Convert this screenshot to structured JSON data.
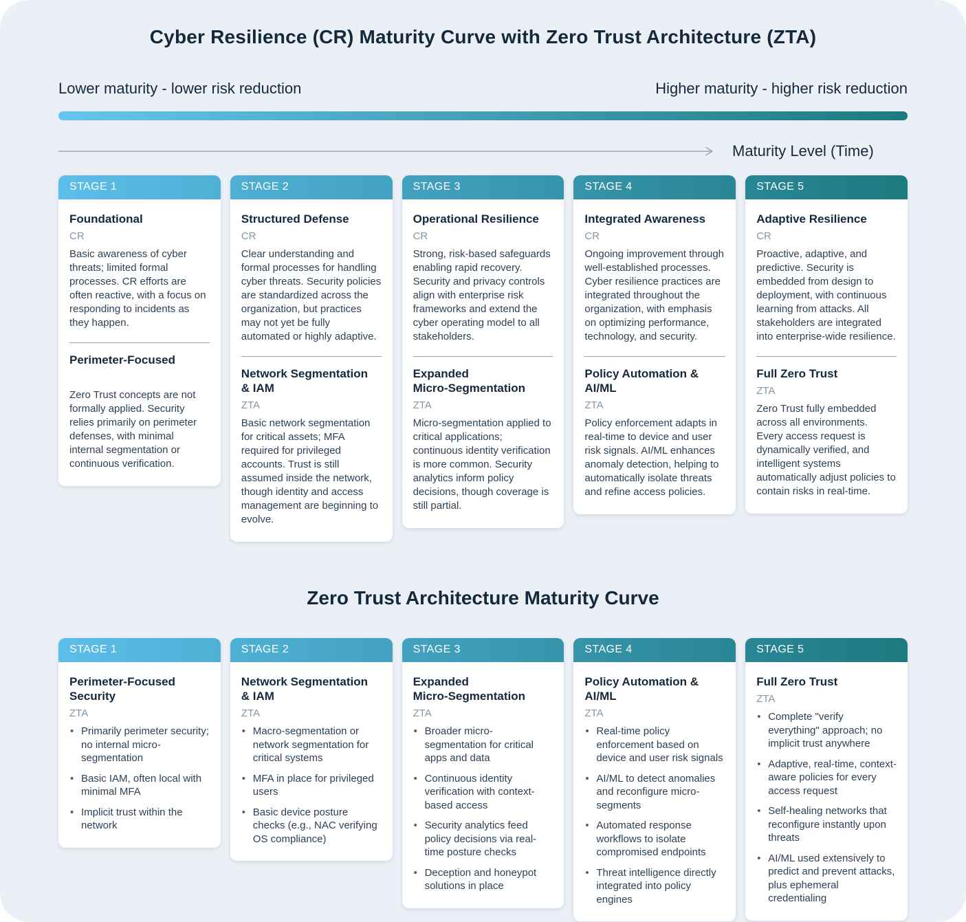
{
  "header": {
    "title": "Cyber Resilience (CR) Maturity Curve with Zero Trust Architecture (ZTA)",
    "left_label": "Lower maturity - lower risk reduction",
    "right_label": "Higher maturity - higher risk reduction",
    "axis_label": "Maturity Level (Time)"
  },
  "zta_section": {
    "title": "Zero Trust Architecture Maturity Curve"
  },
  "colors": {
    "background": "#ebf0f6",
    "card_background": "#ffffff",
    "heading_text": "#15283c",
    "body_text": "#2e4154",
    "tag_text": "#8396a8",
    "gradient_start": "#66c5ee",
    "gradient_end": "#1d7a80",
    "arrow": "#98a6b4"
  },
  "cr_stages": [
    {
      "stage_label": "STAGE 1",
      "cr": {
        "title": "Foundational",
        "tag": "CR",
        "text": "Basic awareness of cyber threats; limited formal processes. CR efforts are often reactive, with a focus on responding to incidents as they happen."
      },
      "zta": {
        "title": "Perimeter-Focused",
        "tag": "",
        "text": "Zero Trust concepts are not formally applied. Security relies primarily on perimeter defenses, with minimal internal segmentation or continuous verification."
      }
    },
    {
      "stage_label": "STAGE 2",
      "cr": {
        "title": "Structured Defense",
        "tag": "CR",
        "text": "Clear understanding and formal processes for handling cyber threats. Security policies are standardized across the organization, but practices may not yet be fully automated or highly adaptive."
      },
      "zta": {
        "title": "Network Segmentation\n& IAM",
        "tag": "ZTA",
        "text": "Basic network segmentation for critical assets; MFA required for privileged accounts. Trust is still assumed inside the network, though identity and access management are beginning to evolve."
      }
    },
    {
      "stage_label": "STAGE 3",
      "cr": {
        "title": "Operational Resilience",
        "tag": "CR",
        "text": "Strong, risk-based safeguards enabling rapid recovery. Security and privacy controls align with enterprise risk frameworks and extend the cyber operating model to all stakeholders."
      },
      "zta": {
        "title": "Expanded\nMicro-Segmentation",
        "tag": "ZTA",
        "text": "Micro-segmentation applied to critical applications; continuous identity verification is more common. Security analytics inform policy decisions, though coverage is still partial."
      }
    },
    {
      "stage_label": "STAGE 4",
      "cr": {
        "title": "Integrated Awareness",
        "tag": "CR",
        "text": "Ongoing improvement through well-established processes. Cyber resilience practices are integrated throughout the organization, with emphasis on optimizing performance, technology, and security."
      },
      "zta": {
        "title": "Policy Automation &\nAI/ML",
        "tag": "ZTA",
        "text": "Policy enforcement adapts in real-time to device and user risk signals. AI/ML enhances anomaly detection, helping to automatically isolate threats and refine access policies."
      }
    },
    {
      "stage_label": "STAGE 5",
      "cr": {
        "title": "Adaptive Resilience",
        "tag": "CR",
        "text": "Proactive, adaptive, and predictive. Security is embedded from design to deployment, with continuous learning from attacks. All stakeholders are integrated into enterprise-wide resilience."
      },
      "zta": {
        "title": "Full Zero Trust",
        "tag": "ZTA",
        "text": "Zero Trust fully embedded across all environments. Every access request is dynamically verified, and intelligent systems automatically adjust policies to contain risks in real-time."
      }
    }
  ],
  "zta_stages": [
    {
      "stage_label": "STAGE 1",
      "title": "Perimeter-Focused\nSecurity",
      "tag": "ZTA",
      "bullets": [
        "Primarily perimeter security; no internal micro-segmentation",
        "Basic IAM, often local with minimal MFA",
        "Implicit trust within the network"
      ]
    },
    {
      "stage_label": "STAGE 2",
      "title": "Network Segmentation\n& IAM",
      "tag": "ZTA",
      "bullets": [
        "Macro-segmentation or network segmentation for critical systems",
        "MFA in place for privileged users",
        "Basic device posture checks (e.g., NAC verifying OS compliance)"
      ]
    },
    {
      "stage_label": "STAGE 3",
      "title": "Expanded\nMicro-Segmentation",
      "tag": "ZTA",
      "bullets": [
        "Broader micro-segmentation for critical apps and data",
        "Continuous identity verification with context-based access",
        "Security analytics feed policy decisions via real-time posture checks",
        "Deception and honeypot solutions in place"
      ]
    },
    {
      "stage_label": "STAGE 4",
      "title": "Policy Automation &\nAI/ML",
      "tag": "ZTA",
      "bullets": [
        "Real-time policy enforcement based on device and user risk signals",
        "AI/ML to detect anomalies and reconfigure micro-segments",
        "Automated response workflows to isolate compromised endpoints",
        "Threat intelligence directly integrated into policy engines"
      ]
    },
    {
      "stage_label": "STAGE 5",
      "title": "Full Zero Trust",
      "tag": "ZTA",
      "bullets": [
        "Complete \"verify everything\" approach; no implicit trust anywhere",
        "Adaptive, real-time, context-aware policies for every access request",
        "Self-healing networks that reconfigure instantly upon threats",
        "AI/ML used extensively to predict and prevent attacks, plus ephemeral credentialing"
      ]
    }
  ]
}
